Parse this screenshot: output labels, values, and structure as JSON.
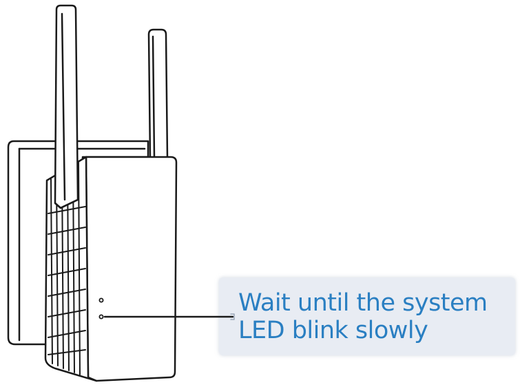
{
  "callout": {
    "line1": "Wait until the system",
    "line2": "LED blink slowly",
    "text_color": "#2a7fc2",
    "box_color": "#e8ecf3"
  },
  "device": {
    "name": "wifi-range-extender",
    "antenna_count": 2,
    "led_count": 2
  }
}
